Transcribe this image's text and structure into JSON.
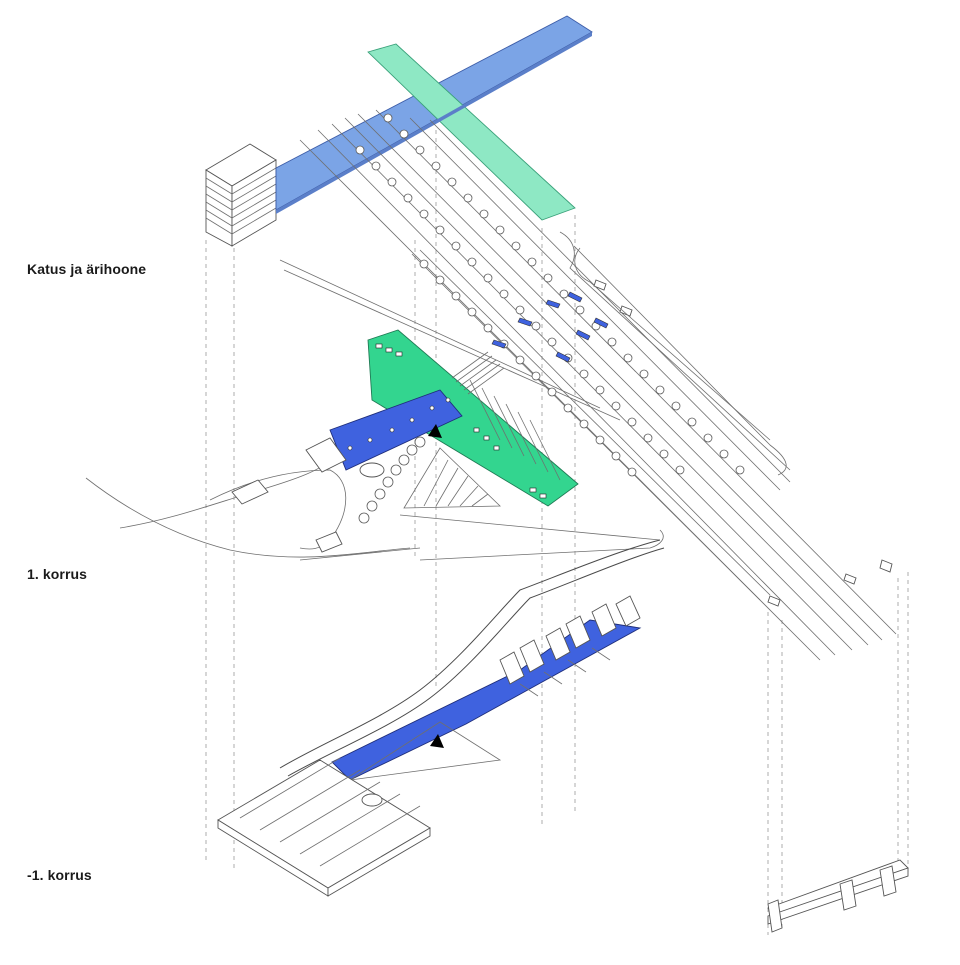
{
  "levels": {
    "roof": "Katus ja ärihoone",
    "ground": "1. korrus",
    "basement": "-1. korrus"
  },
  "colors": {
    "roof_blue": "#7ba4e6",
    "roof_green": "#8ee8c4",
    "floor_blue": "#3f62df",
    "floor_green": "#33d58f",
    "line": "#6f6f6f"
  }
}
